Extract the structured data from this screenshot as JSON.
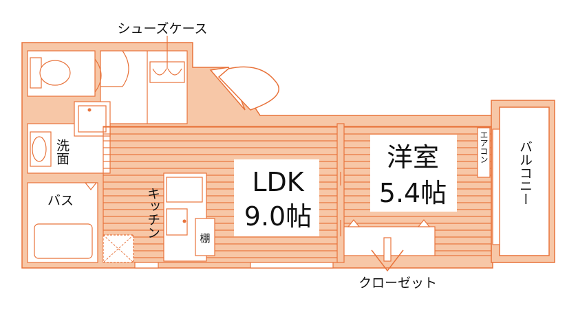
{
  "colors": {
    "wall": "#f7c7a7",
    "line": "#e8733b",
    "background": "#ffffff",
    "text": "#111111"
  },
  "labels": {
    "shoe_case": "シューズケース",
    "ldk_name": "LDK",
    "ldk_size": "9.0帖",
    "western_name": "洋室",
    "western_size": "5.4帖",
    "aircon": "エアコン",
    "balcony": "バルコニー",
    "washroom": "洗面",
    "bath": "バス",
    "kitchen": "キッチン",
    "shelf": "棚",
    "closet": "クローゼット"
  }
}
